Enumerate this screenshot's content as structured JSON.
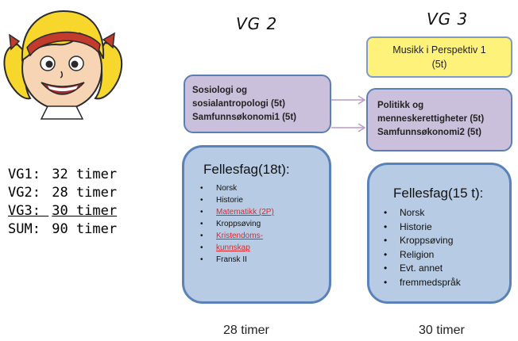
{
  "headers": {
    "vg2": "VG 2",
    "vg3": "VG 3"
  },
  "totals": [
    {
      "label": "VG1:",
      "value": "32 timer"
    },
    {
      "label": "VG2:",
      "value": "28 timer"
    },
    {
      "label": "VG3:",
      "value": "30 timer"
    },
    {
      "label": "SUM:",
      "value": "90 timer"
    }
  ],
  "vg2": {
    "electives": {
      "line1": "Sosiologi og",
      "line2": "sosialantropologi  (5t)",
      "line3": "Samfunnsøkonomi1  (5t)"
    },
    "fellesfag_title": "Fellesfag(18t):",
    "subjects": [
      {
        "text": "Norsk",
        "red": false
      },
      {
        "text": "Historie",
        "red": false
      },
      {
        "text": "Matematikk (2P)",
        "red": true
      },
      {
        "text": "Kroppsøving",
        "red": false
      },
      {
        "text": "Kristendoms-",
        "red": true
      },
      {
        "text": "kunnskap",
        "red": true,
        "continuation": true
      },
      {
        "text": "Fransk II",
        "red": false
      }
    ],
    "total": "28 timer"
  },
  "vg3": {
    "music": {
      "line1": "Musikk  i Perspektiv  1",
      "line2": "(5t)"
    },
    "electives": {
      "line1": "Politikk og",
      "line2": "menneskerettigheter  (5t)",
      "line3": "Samfunnsøkonomi2  (5t)"
    },
    "fellesfag_title": "Fellesfag(15 t):",
    "subjects": [
      {
        "text": "Norsk",
        "continuation": false
      },
      {
        "text": "Historie",
        "continuation": false
      },
      {
        "text": "Kroppsøving",
        "continuation": false
      },
      {
        "text": "Religion",
        "continuation": false
      },
      {
        "text": "Evt. annet",
        "continuation": false
      },
      {
        "text": "fremmedspråk",
        "continuation": true
      }
    ],
    "total": "30 timer"
  },
  "colors": {
    "purple_box": "#cbc0dc",
    "yellow_box": "#fff27a",
    "blue_box": "#b7cce4",
    "box_border": "#5a82b8",
    "red_text": "#e0262a",
    "arrow": "#b89bc8"
  }
}
